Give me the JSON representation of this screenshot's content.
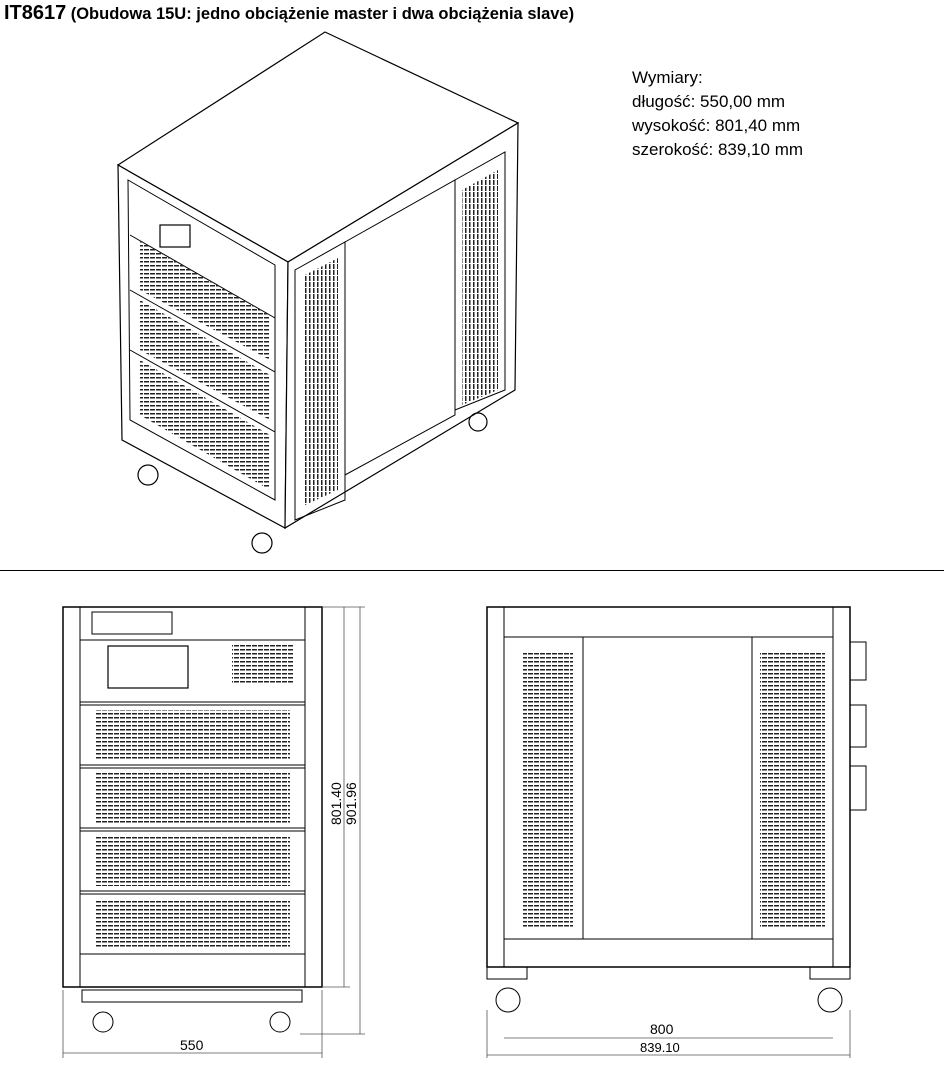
{
  "header": {
    "model": "IT8617",
    "description": "(Obudowa 15U: jedno obciążenie master i dwa obciążenia slave)"
  },
  "dimensions_panel": {
    "heading": "Wymiary:",
    "rows": [
      "długość: 550,00 mm",
      "wysokość: 801,40 mm",
      "szerokość: 839,10 mm"
    ]
  },
  "front_view": {
    "height_body": "801.40",
    "height_total": "901.96",
    "width": "550"
  },
  "side_view": {
    "width_body": "800",
    "width_total": "839.10"
  }
}
